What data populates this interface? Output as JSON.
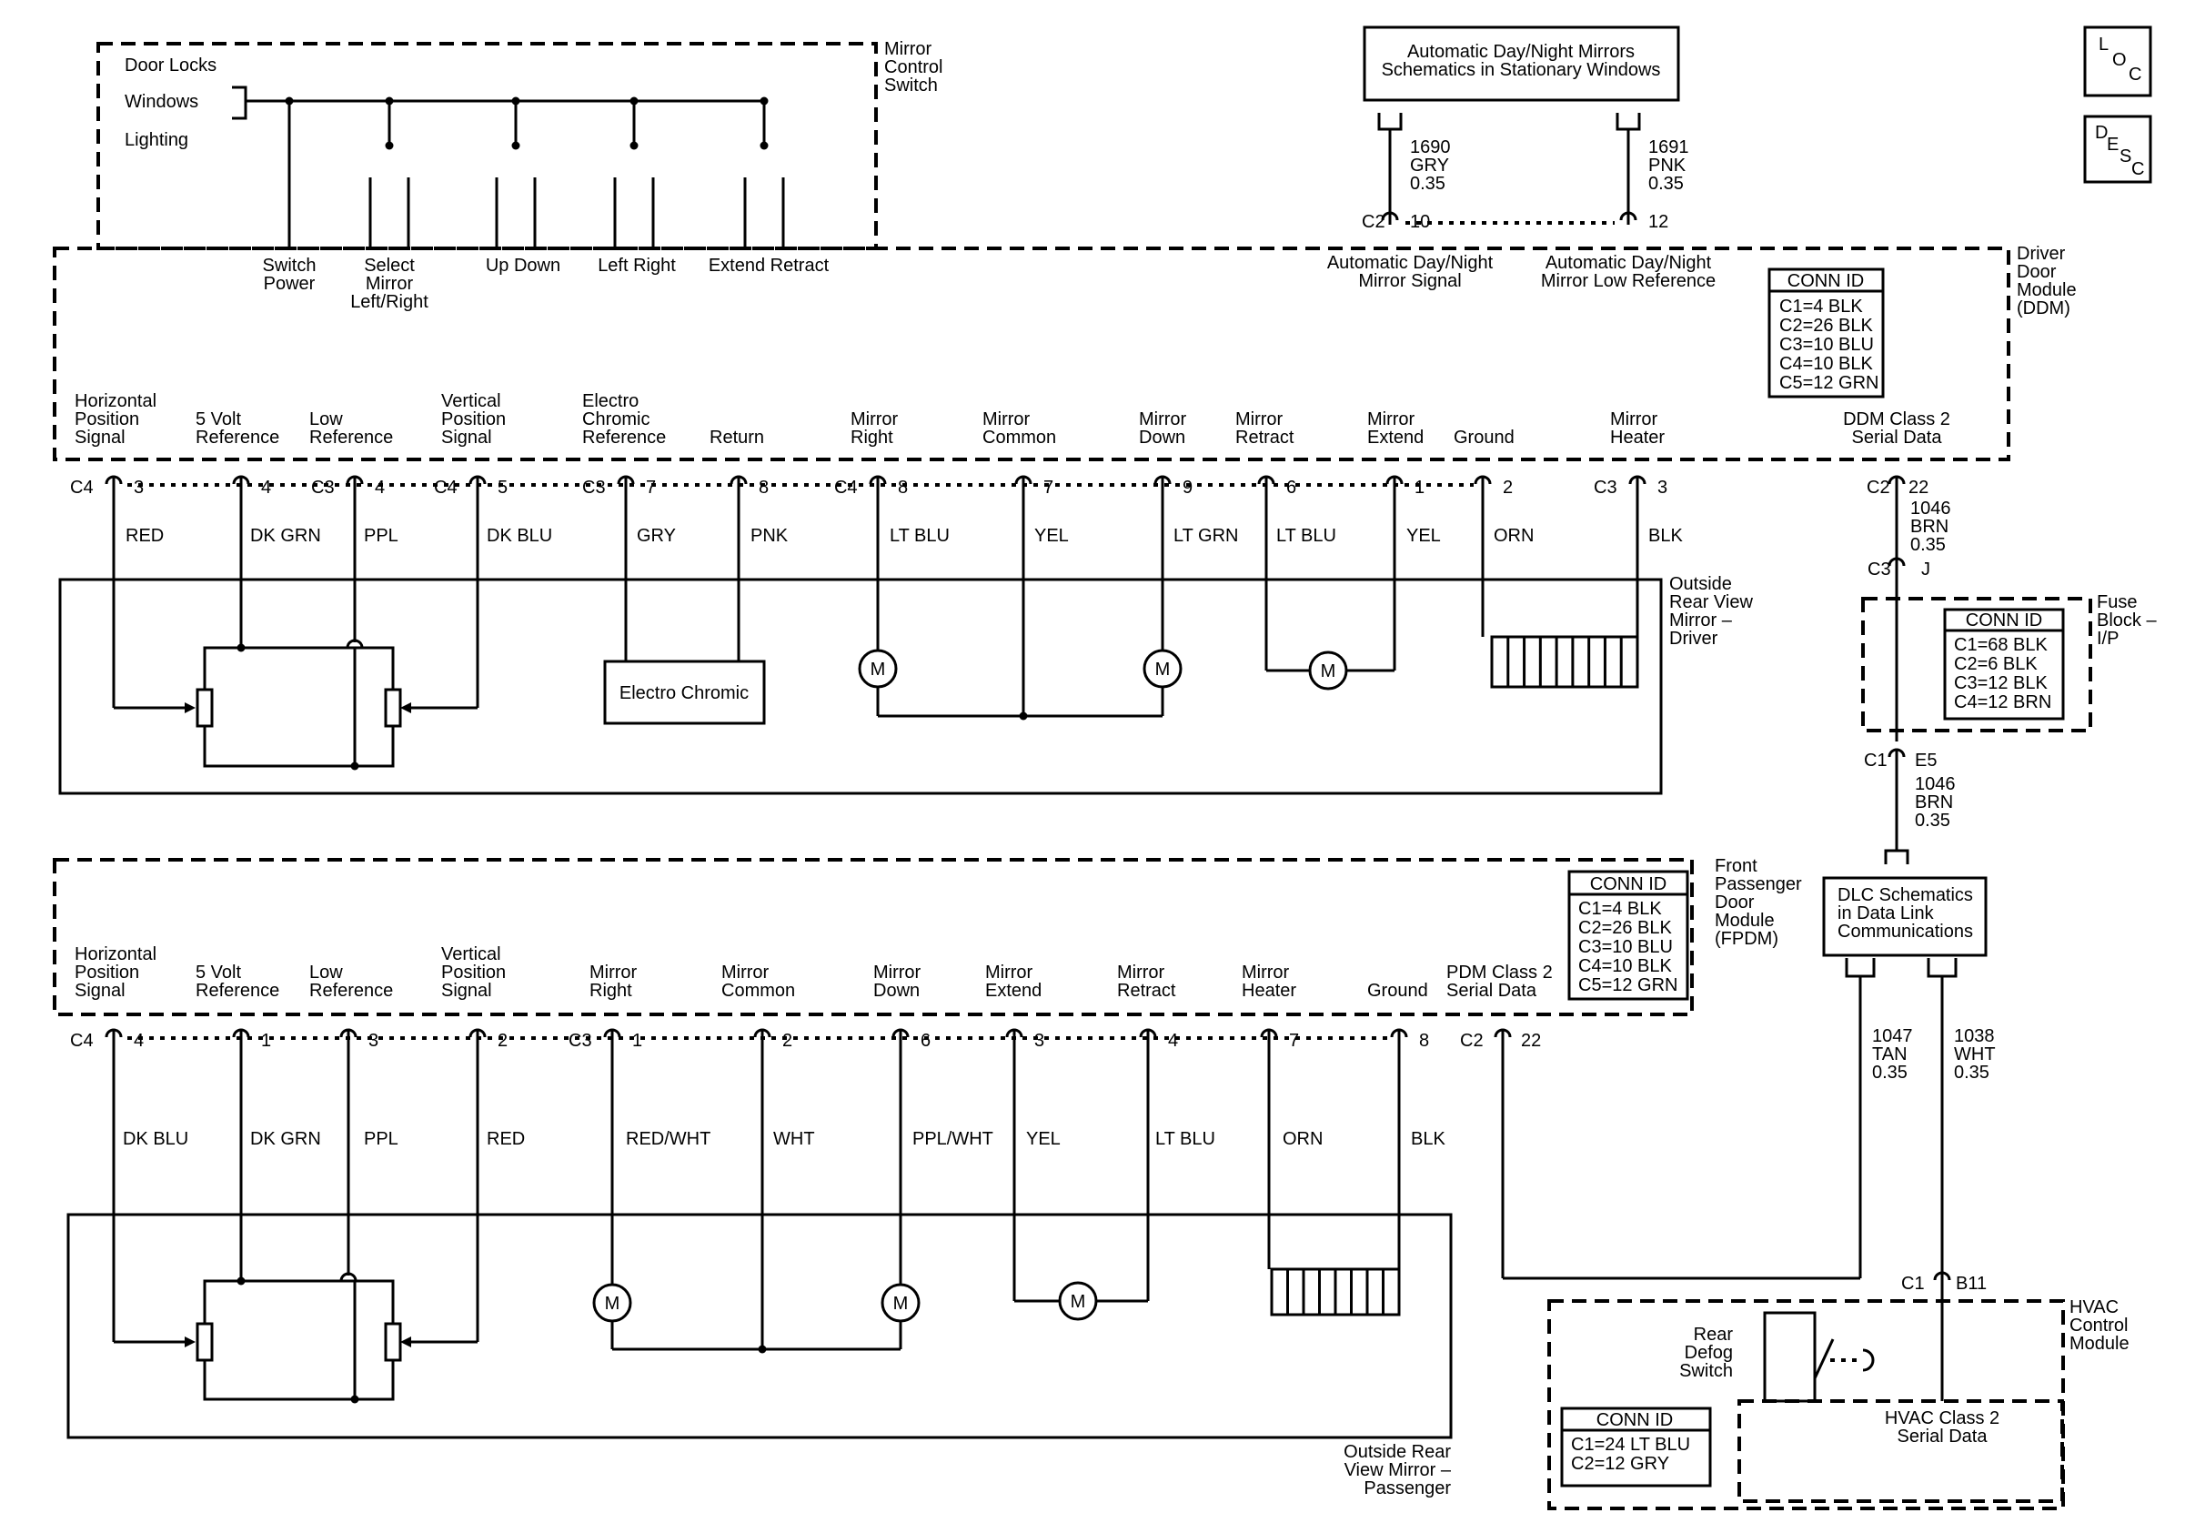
{
  "switch": {
    "title": [
      "Mirror",
      "Control",
      "Switch"
    ],
    "selector": [
      "Door Locks",
      "Windows",
      "Lighting"
    ],
    "outputs": [
      [
        "Switch",
        "Power"
      ],
      [
        "Select",
        "Mirror",
        "Left/Right"
      ],
      [
        "Up Down"
      ],
      [
        "Left Right"
      ],
      [
        "Extend Retract"
      ]
    ]
  },
  "autoDim": {
    "box": [
      "Automatic Day/Night Mirrors",
      "Schematics in Stationary Windows"
    ],
    "c2": "C2",
    "pins": [
      {
        "pin": "10",
        "wire": [
          "1690",
          "GRY",
          "0.35"
        ],
        "label": [
          "Automatic Day/Night",
          "Mirror Signal"
        ]
      },
      {
        "pin": "12",
        "wire": [
          "1691",
          "PNK",
          "0.35"
        ],
        "label": [
          "Automatic Day/Night",
          "Mirror Low Reference"
        ]
      }
    ]
  },
  "loc": [
    "L",
    "O",
    "C"
  ],
  "desc": [
    "D",
    "E",
    "S",
    "C"
  ],
  "ddm": {
    "title": [
      "Driver",
      "Door",
      "Module",
      "(DDM)"
    ],
    "connTitle": "CONN ID",
    "conn": [
      "C1=4 BLK",
      "C2=26 BLK",
      "C3=10 BLU",
      "C4=10 BLK",
      "C5=12 GRN"
    ],
    "pins": [
      {
        "label": [
          "Horizontal",
          "Position",
          "Signal"
        ],
        "conn": "C4",
        "pin": "3",
        "wire": "RED"
      },
      {
        "label": [
          "5 Volt",
          "Reference"
        ],
        "conn": "",
        "pin": "4",
        "wire": "DK GRN"
      },
      {
        "label": [
          "Low",
          "Reference"
        ],
        "conn": "C3",
        "pin": "4",
        "wire": "PPL"
      },
      {
        "label": [
          "Vertical",
          "Position",
          "Signal"
        ],
        "conn": "C4",
        "pin": "5",
        "wire": "DK BLU"
      },
      {
        "label": [
          "Electro",
          "Chromic",
          "Reference"
        ],
        "conn": "C3",
        "pin": "7",
        "wire": "GRY"
      },
      {
        "label": [
          "Return"
        ],
        "conn": "",
        "pin": "8",
        "wire": "PNK"
      },
      {
        "label": [
          "Mirror",
          "Right"
        ],
        "conn": "C4",
        "pin": "8",
        "wire": "LT BLU"
      },
      {
        "label": [
          "Mirror",
          "Common"
        ],
        "conn": "",
        "pin": "7",
        "wire": "YEL"
      },
      {
        "label": [
          "Mirror",
          "Down"
        ],
        "conn": "",
        "pin": "9",
        "wire": "LT GRN"
      },
      {
        "label": [
          "Mirror",
          "Retract"
        ],
        "conn": "",
        "pin": "6",
        "wire": "LT BLU"
      },
      {
        "label": [
          "Mirror",
          "Extend"
        ],
        "conn": "",
        "pin": "1",
        "wire": "YEL"
      },
      {
        "label": [
          "Ground"
        ],
        "conn": "",
        "pin": "2",
        "wire": "ORN"
      },
      {
        "label": [
          "Mirror",
          "Heater"
        ],
        "conn": "C3",
        "pin": "3",
        "wire": "BLK"
      }
    ],
    "serial": {
      "label": [
        "DDM Class 2",
        "Serial Data"
      ],
      "conn": "C2",
      "pin": "22",
      "wire": [
        "1046",
        "BRN",
        "0.35"
      ]
    }
  },
  "driverMirror": {
    "title": [
      "Outside",
      "Rear View",
      "Mirror –",
      "Driver"
    ],
    "ec": "Electro Chromic",
    "motor": "M"
  },
  "fuse": {
    "title": [
      "Fuse",
      "Block –",
      "I/P"
    ],
    "top": {
      "conn": "C3",
      "pin": "J"
    },
    "bottom": {
      "conn": "C1",
      "pin": "E5"
    },
    "wire": [
      "1046",
      "BRN",
      "0.35"
    ],
    "connTitle": "CONN ID",
    "conn": [
      "C1=68 BLK",
      "C2=6 BLK",
      "C3=12 BLK",
      "C4=12 BRN"
    ]
  },
  "dlc": [
    "DLC Schematics",
    "in Data Link",
    "Communications"
  ],
  "fpdm": {
    "title": [
      "Front",
      "Passenger",
      "Door",
      "Module",
      "(FPDM)"
    ],
    "connTitle": "CONN ID",
    "conn": [
      "C1=4 BLK",
      "C2=26 BLK",
      "C3=10 BLU",
      "C4=10 BLK",
      "C5=12 GRN"
    ],
    "pins": [
      {
        "label": [
          "Horizontal",
          "Position",
          "Signal"
        ],
        "conn": "C4",
        "pin": "4",
        "wire": "DK BLU"
      },
      {
        "label": [
          "5 Volt",
          "Reference"
        ],
        "conn": "",
        "pin": "1",
        "wire": "DK GRN"
      },
      {
        "label": [
          "Low",
          "Reference"
        ],
        "conn": "",
        "pin": "3",
        "wire": "PPL"
      },
      {
        "label": [
          "Vertical",
          "Position",
          "Signal"
        ],
        "conn": "",
        "pin": "2",
        "wire": "RED"
      },
      {
        "label": [
          "Mirror",
          "Right"
        ],
        "conn": "C3",
        "pin": "1",
        "wire": "RED/WHT"
      },
      {
        "label": [
          "Mirror",
          "Common"
        ],
        "conn": "",
        "pin": "2",
        "wire": "WHT"
      },
      {
        "label": [
          "Mirror",
          "Down"
        ],
        "conn": "",
        "pin": "6",
        "wire": "PPL/WHT"
      },
      {
        "label": [
          "Mirror",
          "Extend"
        ],
        "conn": "",
        "pin": "3",
        "wire": "YEL"
      },
      {
        "label": [
          "Mirror",
          "Retract"
        ],
        "conn": "",
        "pin": "4",
        "wire": "LT BLU"
      },
      {
        "label": [
          "Mirror",
          "Heater"
        ],
        "conn": "",
        "pin": "7",
        "wire": "ORN"
      },
      {
        "label": [
          "Ground"
        ],
        "conn": "",
        "pin": "8",
        "wire": "BLK"
      }
    ],
    "serial": {
      "label": [
        "PDM Class 2",
        "Serial Data"
      ],
      "conn": "C2",
      "pin": "22"
    }
  },
  "passMirror": {
    "title": [
      "Outside Rear",
      "View Mirror –",
      "Passenger"
    ],
    "motor": "M"
  },
  "dlcWires": [
    {
      "wire": [
        "1047",
        "TAN",
        "0.35"
      ]
    },
    {
      "wire": [
        "1038",
        "WHT",
        "0.35"
      ]
    }
  ],
  "hvac": {
    "title": [
      "HVAC",
      "Control",
      "Module"
    ],
    "conn": "C1",
    "pin": "B11",
    "defog": [
      "Rear",
      "Defog",
      "Switch"
    ],
    "serial": [
      "HVAC Class 2",
      "Serial Data"
    ],
    "connTitle": "CONN ID",
    "connList": [
      "C1=24 LT BLU",
      "C2=12 GRY"
    ]
  }
}
